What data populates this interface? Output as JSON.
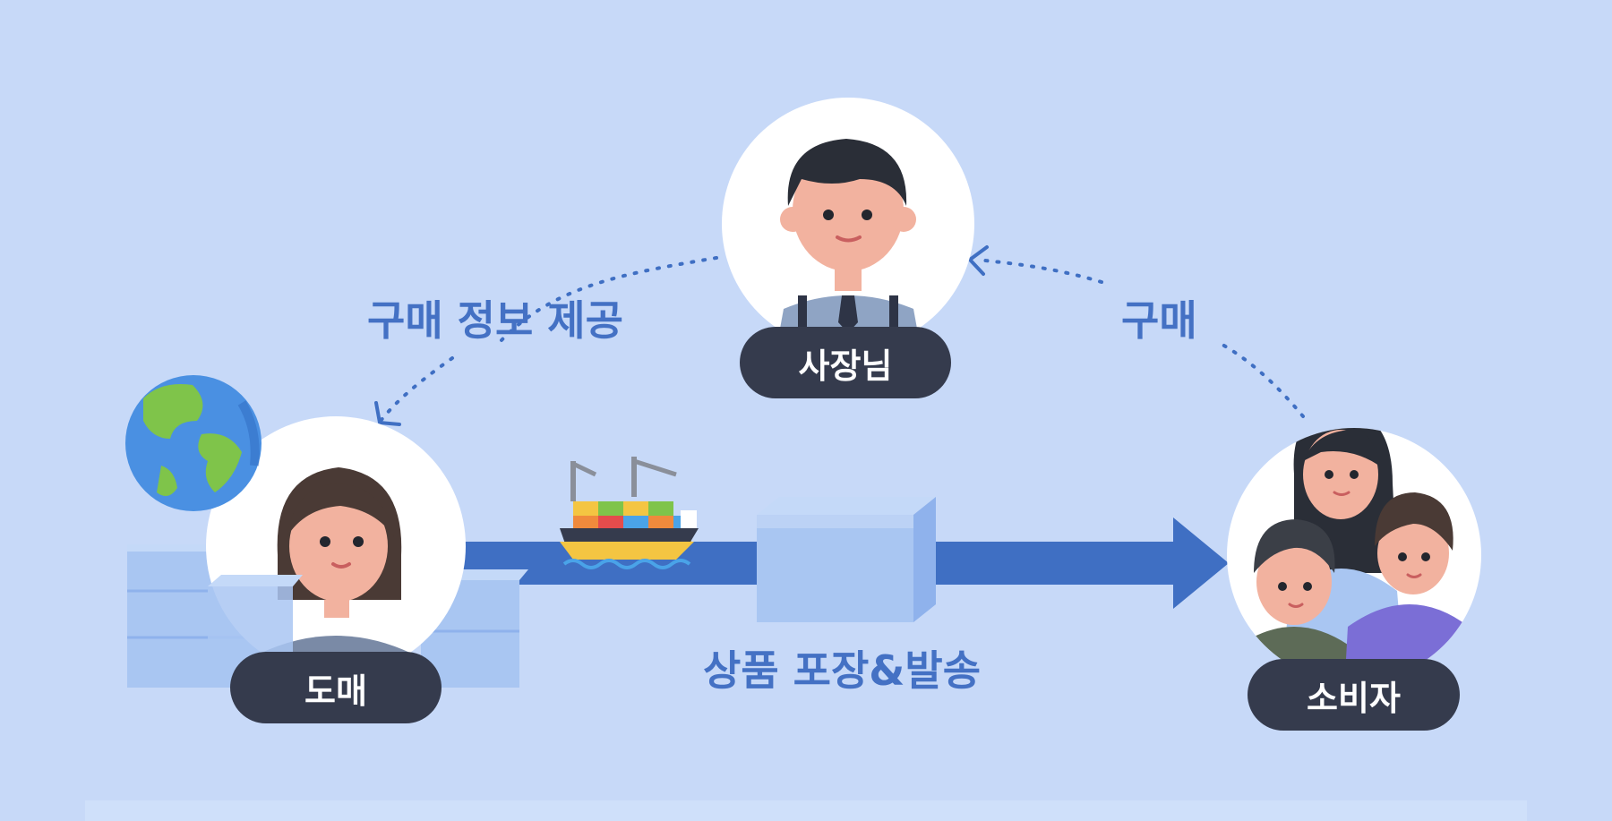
{
  "nodes": {
    "owner": {
      "label": "사장님"
    },
    "wholesale": {
      "label": "도매"
    },
    "consumers": {
      "label": "소비자"
    }
  },
  "edges": {
    "purchase_info": {
      "label": "구매 정보 제공"
    },
    "purchase": {
      "label": "구매"
    },
    "shipping": {
      "label": "상품 포장&발송"
    }
  },
  "icons": {
    "globe": "globe-icon",
    "ship": "cargo-ship-icon",
    "package": "package-box-icon",
    "boxes": "box-stack-icon"
  },
  "colors": {
    "background": "#c7d9f8",
    "accent": "#3f6fc3",
    "label_text": "#4471c4",
    "pill_bg": "#353b4d",
    "pill_text": "#ffffff",
    "box_light": "#a9c6f2",
    "box_mid": "#8fb2ec"
  }
}
